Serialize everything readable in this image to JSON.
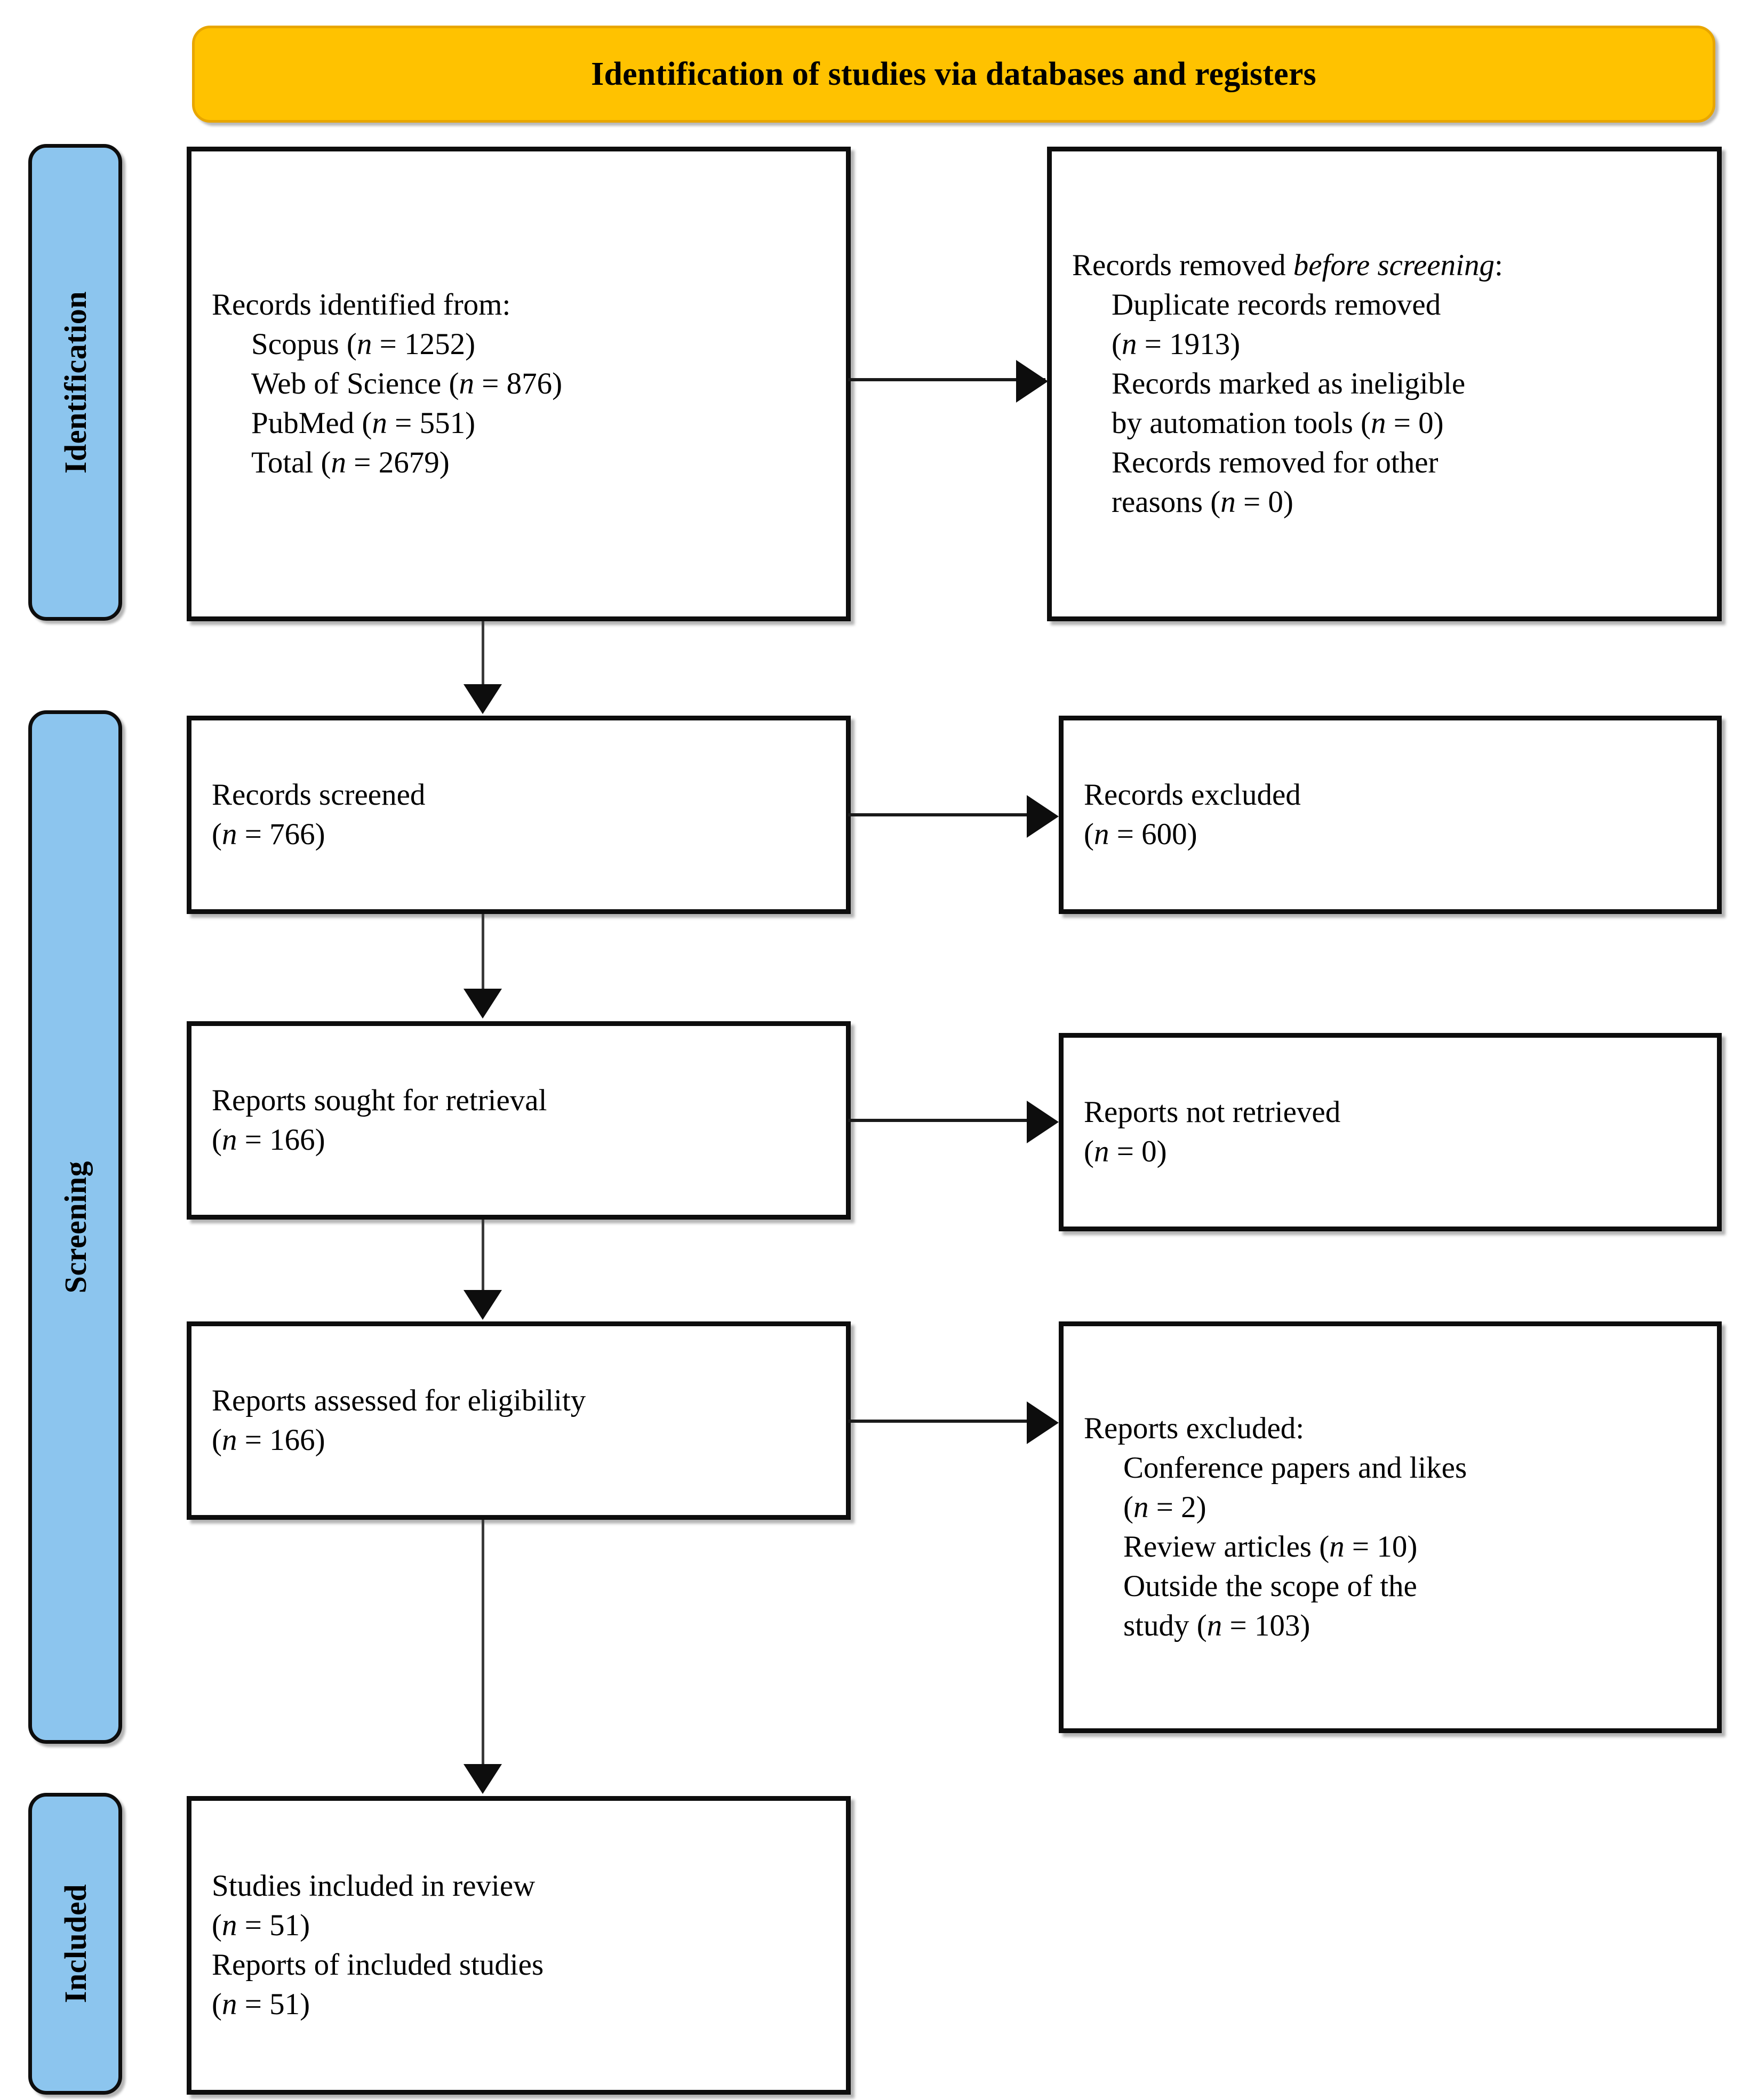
{
  "banner": {
    "title": "Identification of studies via databases and registers",
    "bg_color": "#FFC200"
  },
  "stages": {
    "identification": "Identification",
    "screening": "Screening",
    "included": "Included",
    "bg_color": "#8CC5EE"
  },
  "boxes": {
    "identified": {
      "title": "Records identified from:",
      "items": [
        "Scopus (n = 1252)",
        "Web of Science (n = 876)",
        "PubMed (n = 551)",
        "Total (n = 2679)"
      ],
      "scopus_label": "Scopus (",
      "scopus_n": "n",
      "scopus_val": " = 1252)",
      "wos_label": "Web of Science (",
      "wos_val": " = 876)",
      "pubmed_label": "PubMed (",
      "pubmed_val": " = 551)",
      "total_label": "Total (",
      "total_val": " = 2679)"
    },
    "removed": {
      "title_lead": "Records removed ",
      "title_italic": "before screening",
      "title_tail": ":",
      "dup_line1": "Duplicate records removed",
      "dup_line2_open": "(",
      "dup_line2_val": " = 1913)",
      "auto_line1": "Records marked as ineligible",
      "auto_line2_lead": "by automation tools (",
      "auto_line2_val": " = 0)",
      "other_line1": "Records removed for other",
      "other_line2_lead": "reasons (",
      "other_line2_val": " = 0)"
    },
    "screened": {
      "title": "Records screened",
      "count_open": "(",
      "count_val": " = 766)"
    },
    "excluded": {
      "title": "Records excluded",
      "count_open": "(",
      "count_val": " = 600)"
    },
    "sought": {
      "title": "Reports sought for retrieval",
      "count_open": "(",
      "count_val": " = 166)"
    },
    "not_retrieved": {
      "title": "Reports not retrieved",
      "count_open": "(",
      "count_val": " = 0)"
    },
    "assessed": {
      "title": "Reports assessed for eligibility",
      "count_open": "(",
      "count_val": " = 166)"
    },
    "reports_excluded": {
      "title": "Reports excluded:",
      "conf_line1": "Conference papers and likes",
      "conf_line2_open": "(",
      "conf_line2_val": " = 2)",
      "review_lead": "Review articles (",
      "review_val": " = 10)",
      "scope_line1": "Outside the scope of the",
      "scope_line2_lead": "study (",
      "scope_line2_val": " = 103)"
    },
    "included": {
      "studies_title": "Studies included in review",
      "studies_open": "(",
      "studies_val": " = 51)",
      "reports_title": "Reports of included studies",
      "reports_open": "(",
      "reports_val": " = 51)"
    }
  },
  "symbols": {
    "n_italic": "n"
  }
}
